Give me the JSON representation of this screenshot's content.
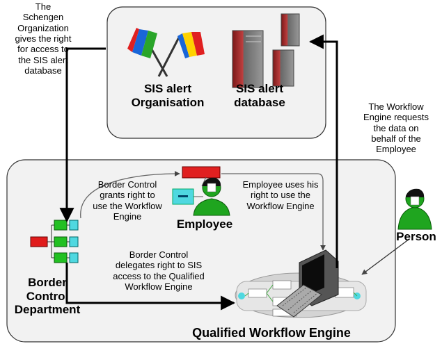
{
  "top_box": {
    "organisation_label": "SIS alert\nOrganisation",
    "database_label": "SIS alert\ndatabase"
  },
  "bottom_box": {
    "employee_label": "Employee",
    "department_label": "Border\nControl\nDepartment",
    "engine_label": "Qualified Workflow Engine"
  },
  "external": {
    "person_label": "Person"
  },
  "annotations": {
    "schengen": "The\nSchengen\nOrganization\ngives the right\nfor access to\nthe SIS alert\ndatabase",
    "workflow_request": "The Workflow\nEngine requests\nthe data on\nbehalf of the\nEmployee",
    "grants": "Border Control\ngrants  right to\nuse the Workflow\nEngine",
    "employee_uses": "Employee uses his\nright to use the\nWorkflow Engine",
    "delegates": "Border Control\ndelegates right to SIS\naccess to the Qualified\nWorkflow Engine"
  },
  "colors": {
    "box_fill": "#f2f2f2",
    "person_green": "#1fa51f",
    "flag_red": "#e02020",
    "server_red": "#a02828",
    "org_chart_green": "#22c022",
    "org_chart_red": "#e01c1c",
    "org_chart_cyan": "#4fd8e0"
  }
}
